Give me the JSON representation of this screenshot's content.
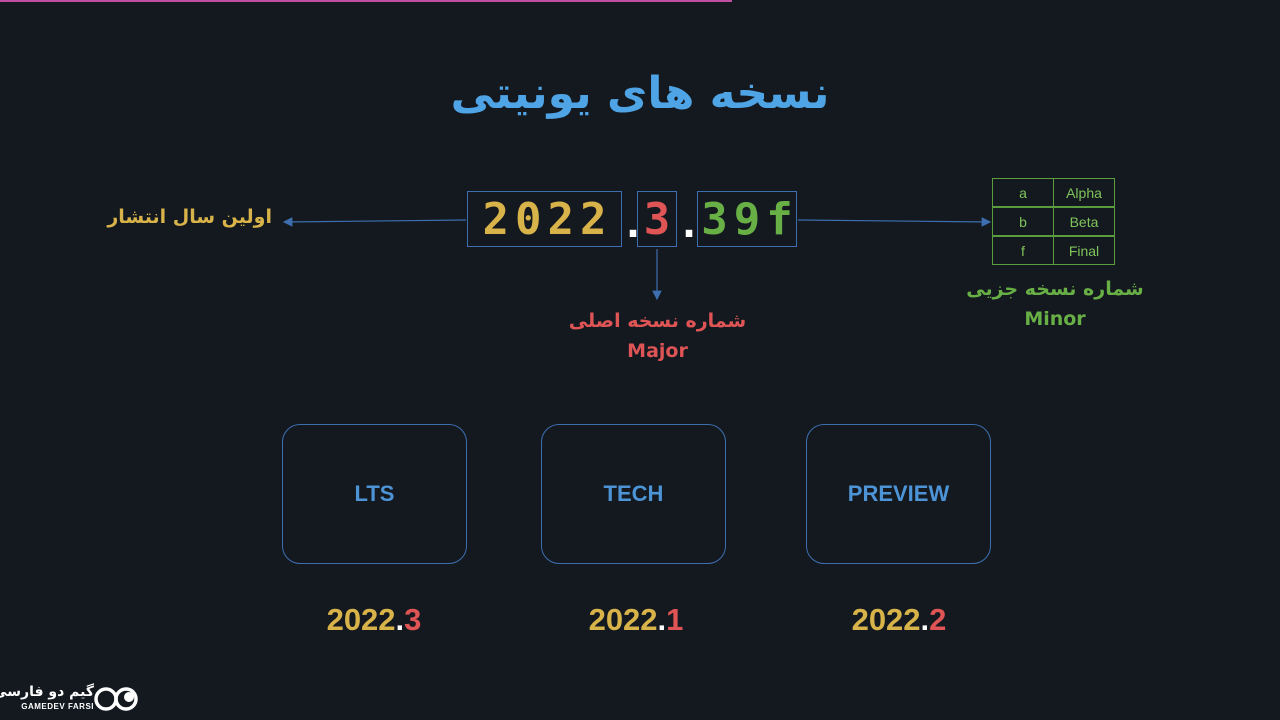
{
  "title": "نسخه های یونیتی",
  "version": {
    "year": "2022",
    "separator": ".",
    "major": "3",
    "minor": "39f"
  },
  "labels": {
    "year": "اولین سال انتشار",
    "major_fa": "شماره نسخه اصلی",
    "major_en": "Major",
    "minor_fa": "شماره نسخه جزیی",
    "minor_en": "Minor"
  },
  "suffix_table": [
    {
      "key": "a",
      "value": "Alpha"
    },
    {
      "key": "b",
      "value": "Beta"
    },
    {
      "key": "f",
      "value": "Final"
    }
  ],
  "streams": [
    {
      "name": "LTS",
      "year": "2022",
      "dot": ".",
      "major": "3"
    },
    {
      "name": "TECH",
      "year": "2022",
      "dot": ".",
      "major": "1"
    },
    {
      "name": "PREVIEW",
      "year": "2022",
      "dot": ".",
      "major": "2"
    }
  ],
  "logo": {
    "text_fa": "گیم دو فارسی",
    "text_en": "GAMEDEV FARSI"
  },
  "colors": {
    "background": "#141920",
    "title": "#4fa4e6",
    "year": "#d8b349",
    "major": "#df5455",
    "minor": "#68b045",
    "border": "#3d6fb0"
  }
}
